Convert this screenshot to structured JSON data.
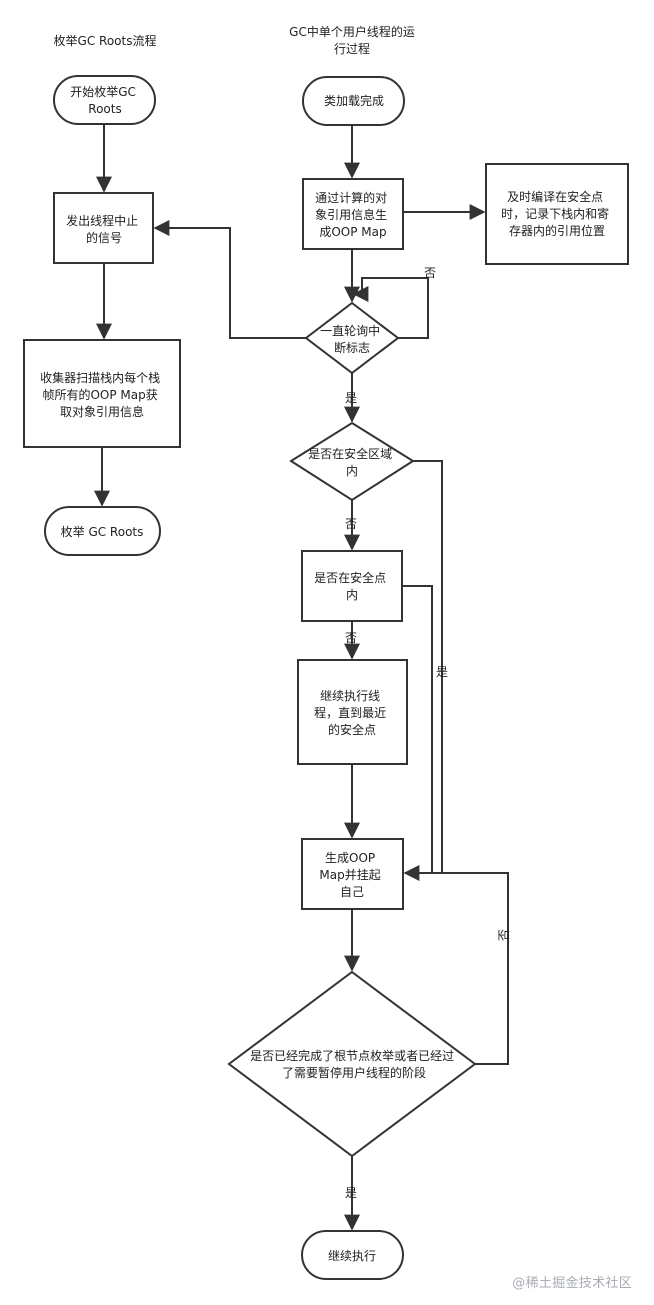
{
  "titles": {
    "left": "枚举GC Roots流程",
    "right": [
      "GC中单个用户线程的运",
      "行过程"
    ]
  },
  "left_flow": {
    "start": [
      "开始枚举GC",
      "Roots"
    ],
    "signal": [
      "发出线程中止",
      "的信号"
    ],
    "scan": [
      "收集器扫描栈内每个栈",
      "帧所有的OOP Map获",
      "取对象引用信息"
    ],
    "end": [
      "枚举 GC Roots"
    ]
  },
  "right_flow": {
    "class_loaded": [
      "类加载完成"
    ],
    "compute_oop": [
      "通过计算的对",
      "象引用信息生",
      "成OOP Map"
    ],
    "jit_record": [
      "及时编译在安全点",
      "时，记录下栈内和寄",
      "存器内的引用位置"
    ],
    "poll_interrupt": [
      "一直轮询中",
      "断标志"
    ],
    "in_safe_region": [
      "是否在安全区域",
      "内"
    ],
    "in_safe_point": [
      "是否在安全点",
      "内"
    ],
    "continue_to_safepoint": [
      "继续执行线",
      "程，直到最近",
      "的安全点"
    ],
    "gen_oop_suspend": [
      "生成OOP",
      "Map并挂起",
      "自己"
    ],
    "root_enum_done": [
      "是否已经完成了根节点枚举或者已经过",
      "了需要暂停用户线程的阶段"
    ],
    "continue_exec": [
      "继续执行"
    ]
  },
  "edge_labels": {
    "poll_no": "否",
    "poll_yes": "是",
    "region_no": "否",
    "region_yes": "是",
    "point_no": "否",
    "done_no": "否",
    "done_yes": "是"
  },
  "watermark": "@稀土掘金技术社区",
  "colors": {
    "stroke": "#333333",
    "fill": "#ffffff",
    "text": "#222222"
  }
}
